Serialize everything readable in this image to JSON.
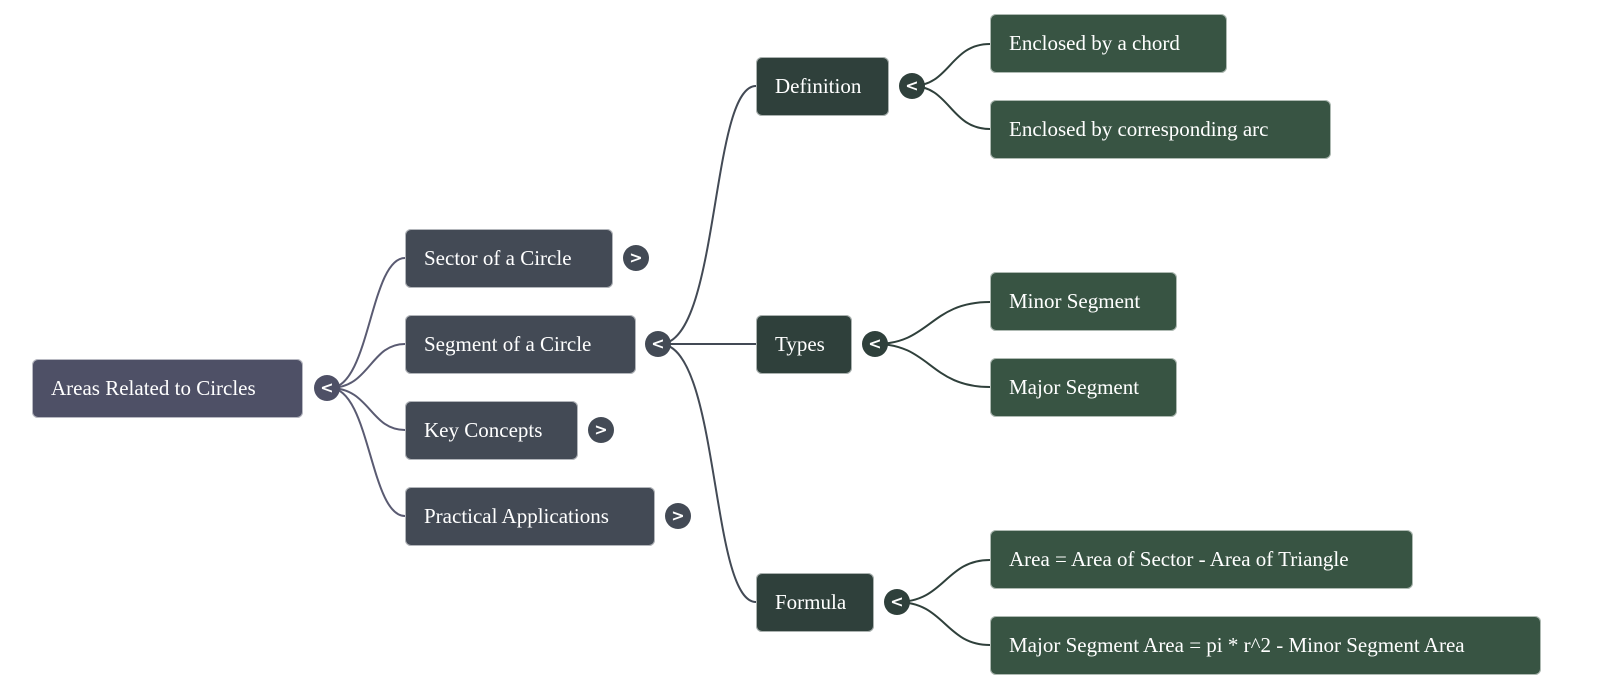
{
  "colors": {
    "root": "#4e5066",
    "level1": "#434a55",
    "level2": "#2f403b",
    "level3": "#385443",
    "edge_root": "#5a5b72",
    "edge_l1": "#434a55",
    "edge_l2": "#2f403b"
  },
  "mindmap": {
    "root": {
      "label": "Areas Related to Circles",
      "toggle": "<"
    },
    "branches": [
      {
        "label": "Sector of a Circle",
        "toggle": ">"
      },
      {
        "label": "Segment of a Circle",
        "toggle": "<",
        "children": [
          {
            "label": "Definition",
            "toggle": "<",
            "children": [
              {
                "label": "Enclosed by a chord"
              },
              {
                "label": "Enclosed by corresponding arc"
              }
            ]
          },
          {
            "label": "Types",
            "toggle": "<",
            "children": [
              {
                "label": "Minor Segment"
              },
              {
                "label": "Major Segment"
              }
            ]
          },
          {
            "label": "Formula",
            "toggle": "<",
            "children": [
              {
                "label": "Area = Area of Sector - Area of Triangle"
              },
              {
                "label": "Major Segment Area = pi * r^2 - Minor Segment Area"
              }
            ]
          }
        ]
      },
      {
        "label": "Key Concepts",
        "toggle": ">"
      },
      {
        "label": "Practical Applications",
        "toggle": ">"
      }
    ]
  }
}
